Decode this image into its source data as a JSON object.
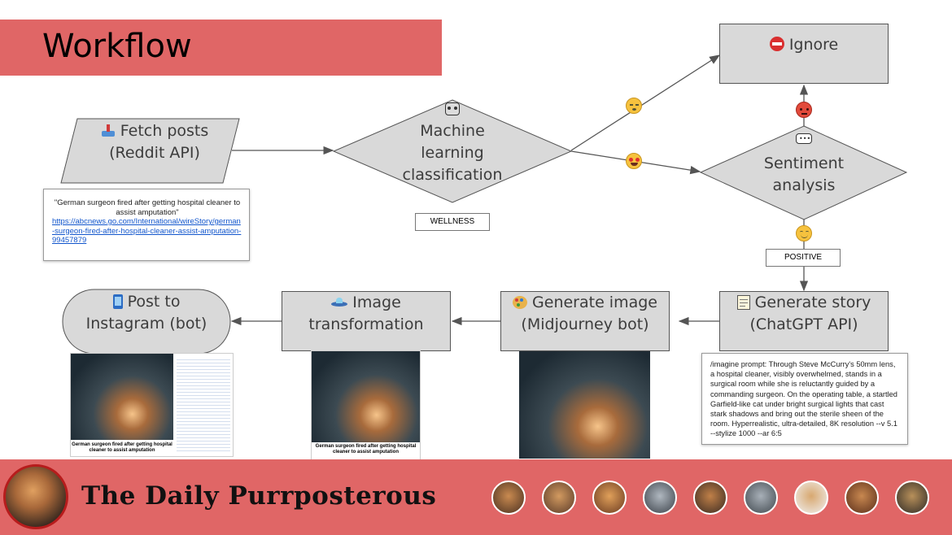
{
  "title": "Workflow",
  "nodes": {
    "fetch": {
      "icon": "inbox-tray-icon",
      "line1": "Fetch posts",
      "line2": "(Reddit API)"
    },
    "ml": {
      "icon": "robot-icon",
      "line1": "Machine",
      "line2": "learning",
      "line3": "classification"
    },
    "ignore": {
      "icon": "no-entry-icon",
      "label": "Ignore"
    },
    "sentiment": {
      "icon": "speech-balloon-icon",
      "line1": "Sentiment",
      "line2": "analysis"
    },
    "story": {
      "icon": "memo-icon",
      "line1": "Generate story",
      "line2": "(ChatGPT API)"
    },
    "image": {
      "icon": "palette-icon",
      "line1": "Generate image",
      "line2": "(Midjourney bot)"
    },
    "transform": {
      "icon": "flying-saucer-icon",
      "line1": "Image",
      "line2": "transformation"
    },
    "post": {
      "icon": "mobile-phone-arrow-icon",
      "line1": "Post to",
      "line2": "Instagram (bot)"
    }
  },
  "notes": {
    "headline": "\"German surgeon fired after getting hospital cleaner to assist amputation\"",
    "link": "https://abcnews.go.com/International/wireStory/german-surgeon-fired-after-hospital-cleaner-assist-amputation-99457879",
    "prompt": "/imagine prompt: Through Steve McCurry's 50mm lens, a hospital cleaner, visibly overwhelmed, stands in a surgical room while she is reluctantly guided by a commanding surgeon. On the operating table, a startled Garfield-like cat under bright surgical lights that cast stark shadows and bring out the sterile sheen of the room. Hyperrealistic, ultra-detailed, 8K resolution --v 5.1 --stylize 1000 --ar 6:5"
  },
  "tags": {
    "wellness": "WELLNESS",
    "positive": "POSITIVE"
  },
  "edge_emojis": {
    "to_ignore": "sleepy-face-icon",
    "to_sentiment": "heart-eyes-face-icon",
    "sentiment_to_ignore": "angry-face-icon",
    "sentiment_to_story": "smiling-face-icon"
  },
  "thumb_caption": "German surgeon fired after getting hospital cleaner to assist amputation",
  "thumb_caption_post": "German surgeon fired after getting hospital cleaner to assist amputation",
  "footer": {
    "brand": "The Daily Purrposterous",
    "avatars": [
      "cat-avatar-1",
      "cat-avatar-2",
      "cat-avatar-3",
      "cat-avatar-4",
      "cat-avatar-5",
      "cat-avatar-6",
      "cat-avatar-7",
      "cat-avatar-8",
      "cat-avatar-9"
    ]
  },
  "colors": {
    "accent": "#e06666",
    "node_fill": "#d9d9d9",
    "link": "#1155cc"
  }
}
